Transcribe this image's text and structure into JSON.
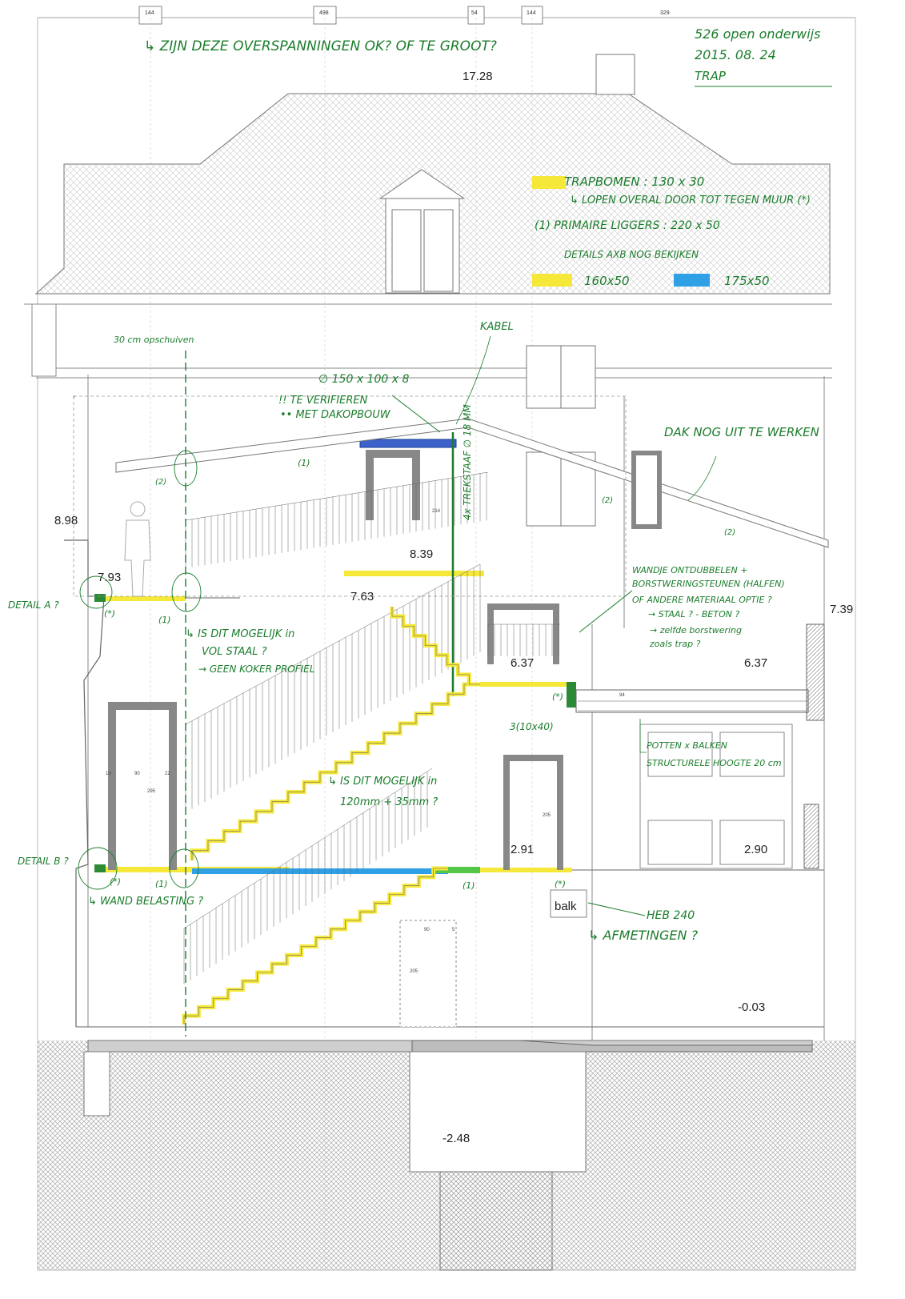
{
  "top_dims": [
    "144",
    "498",
    "54",
    "144",
    "329"
  ],
  "levels": {
    "roof_top": "17.28",
    "left_898": "8.98",
    "l839": "8.39",
    "l793": "7.93",
    "l763": "7.63",
    "r739": "7.39",
    "l637a": "6.37",
    "l637b": "6.37",
    "l291": "2.91",
    "l290": "2.90",
    "l003": "-0.03",
    "l248": "-2.48"
  },
  "stamp": {
    "line1": "526 open onderwijs",
    "line2": "2015. 08. 24",
    "line3": "TRAP"
  },
  "notes": {
    "top_question": "↳ ZIJN DEZE OVERSPANNINGEN OK? OF TE GROOT?",
    "trapbomen": "TRAPBOMEN :   130 x 30",
    "lopen": "↳ LOPEN OVERAL DOOR TOT TEGEN MUUR (*)",
    "primaire": "(1) PRIMAIRE LIGGERS : 220 x 50",
    "details_axb": "DETAILS AXB NOG BEKIJKEN",
    "legend_yellow": "160x50",
    "legend_blue": "175x50",
    "shift": "30 cm opschuiven",
    "kabel": "KABEL",
    "profile": "∅ 150 x 100 x 8",
    "verify1": "!! TE VERIFIEREN",
    "verify2": "•• MET DAKOPBOUW",
    "dak": "DAK NOG UIT TE WERKEN",
    "trekstaaf": "4x TREKSTAAF ∅ 18 MM",
    "wandje1": "WANDJE ONTDUBBELEN +",
    "wandje2": "BORSTWERINGSTEUNEN (HALFEN)",
    "wandje3": "OF ANDERE MATERIAAL OPTIE ?",
    "wandje4": "→ STAAL ? - BETON ?",
    "wandje5": "→ zelfde borstwering",
    "wandje6": "zoals trap ?",
    "mogelijk1": "↳ IS DIT MOGELIJK in",
    "mogelijk2": "VOL STAAL ?",
    "mogelijk3": "→ GEEN KOKER PROFIEL",
    "mogelijk_b1": "↳ IS DIT MOGELIJK in",
    "mogelijk_b2": "120mm + 35mm ?",
    "detail_a": "DETAIL A ?",
    "detail_b": "DETAIL B ?",
    "bel": "↳ WAND BELASTING ?",
    "potten1": "POTTEN x BALKEN",
    "potten2": "STRUCTURELE HOOGTE 20 cm",
    "heb": "HEB 240",
    "afmetingen": "↳ AFMETINGEN ?",
    "balk": "balk",
    "b_size": "3(10x40)",
    "star": "(*)",
    "one": "(1)",
    "two": "(2)"
  },
  "door_dims": {
    "d10": "10",
    "d90": "90",
    "d22": "22",
    "d295": "295",
    "d205a": "205",
    "d205b": "205",
    "d90b": "90",
    "d5": "5",
    "d214": "214",
    "d94": "94"
  },
  "colors": {
    "yellow": "#f6e838",
    "blue": "#2f9fe6",
    "green": "#1b7d2c",
    "wall": "#8a8a8a",
    "hatch": "#9a9a9a"
  }
}
